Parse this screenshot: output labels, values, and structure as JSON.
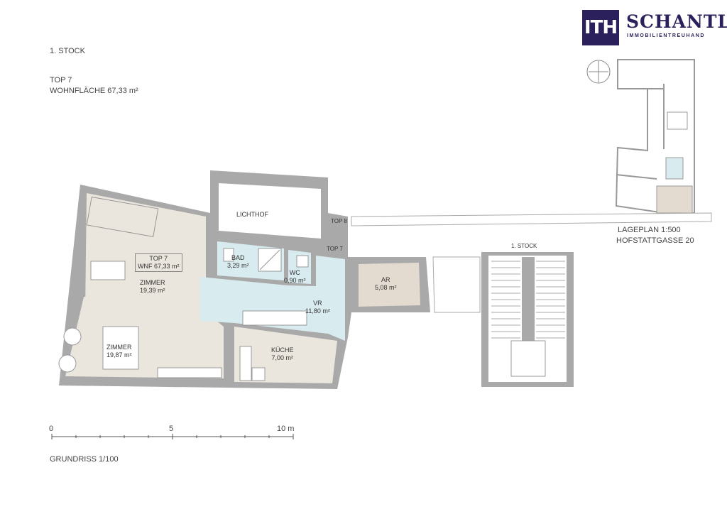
{
  "header": {
    "floor": "1. STOCK",
    "unit": "TOP  7",
    "living_area": "WOHNFLÄCHE 67,33 m²"
  },
  "logo": {
    "mark": "ITH",
    "name": "SCHANTL",
    "subtitle": "IMMOBILIENTREUHAND",
    "color": "#2b1f5c"
  },
  "site_plan": {
    "scale": "LAGEPLAN 1:500",
    "address": "HOFSTATTGASSE 20"
  },
  "rooms": {
    "unit_tag": {
      "name": "TOP 7",
      "area": "WNF 67,33 m²"
    },
    "zimmer1": {
      "name": "ZIMMER",
      "area": "19,39 m²"
    },
    "zimmer2": {
      "name": "ZIMMER",
      "area": "19,87 m²"
    },
    "bad": {
      "name": "BAD",
      "area": "3,29 m²"
    },
    "wc": {
      "name": "WC",
      "area": "0,90 m²"
    },
    "vr": {
      "name": "VR",
      "area": "11,80 m²"
    },
    "kueche": {
      "name": "KÜCHE",
      "area": "7,00 m²"
    },
    "ar": {
      "name": "AR",
      "area": "5,08 m²"
    },
    "lichthof": {
      "name": "LICHTHOF"
    },
    "top8": "TOP 8",
    "top7": "TOP 7",
    "stair_label": "1. STOCK"
  },
  "scale_bar": {
    "ticks": [
      "0",
      "5",
      "10 m"
    ],
    "caption": "GRUNDRISS 1/100"
  },
  "colors": {
    "wall": "#a9a9a9",
    "living": "#ebe6dd",
    "wet": "#d8ebef",
    "storage": "#e3dbd0"
  }
}
